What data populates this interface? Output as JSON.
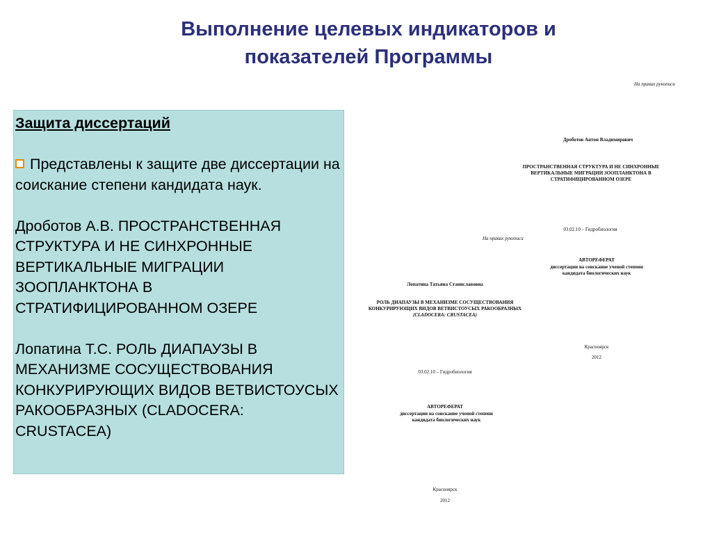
{
  "title": {
    "line1": "Выполнение целевых индикаторов и",
    "line2": "показателей Программы"
  },
  "panel": {
    "heading": "Защита диссертаций",
    "bullet_text": "Представлены к защите две диссертации на соискание степени кандидата наук.",
    "dissertation1": "Дроботов А.В. ПРОСТРАНСТВЕННАЯ СТРУКТУРА И НЕ СИНХРОННЫЕ ВЕРТИКАЛЬНЫЕ МИГРАЦИИ ЗООПЛАНКТОНА В СТРАТИФИЦИРОВАННОМ ОЗЕРЕ",
    "dissertation2": "Лопатина Т.С. РОЛЬ ДИАПАУЗЫ В МЕХАНИЗМЕ СОСУЩЕСТВОВАНИЯ КОНКУРИРУЮЩИХ ВИДОВ ВЕТВИСТОУСЫХ РАКООБРАЗНЫХ (CLADOCERA: CRUSTACEA)"
  },
  "doc1": {
    "rights": "На правах рукописи",
    "author": "Дроботов Антон Владимирович",
    "title_l1": "ПРОСТРАНСТВЕННАЯ СТРУКТУРА И НЕ СИНХРОННЫЕ",
    "title_l2": "ВЕРТИКАЛЬНЫЕ МИГРАЦИИ ЗООПЛАНКТОНА В",
    "title_l3": "СТРАТИФИЦИРОВАННОМ ОЗЕРЕ",
    "specialty": "03.02.10 – Гидробиология",
    "type": "АВТОРЕФЕРАТ",
    "purpose_l1": "диссертации на соискание ученой степени",
    "purpose_l2": "кандидата биологических наук",
    "city": "Красноярск",
    "year": "2012"
  },
  "doc2": {
    "rights": "На правах рукописи",
    "author": "Лопатина Татьяна Станиславовна",
    "title_l1": "РОЛЬ ДИАПАУЗЫ В МЕХАНИЗМЕ СОСУЩЕСТВОВАНИЯ",
    "title_l2": "КОНКУРИРУЮЩИХ ВИДОВ ВЕТВИСТОУСЫХ РАКООБРАЗНЫХ",
    "title_l3": "(CLADOCERA: CRUSTACEA)",
    "specialty": "03.02.10 – Гидробиология",
    "type": "АВТОРЕФЕРАТ",
    "purpose_l1": "диссертации на соискание ученой степени",
    "purpose_l2": "кандидата биологических наук",
    "city": "Красноярск",
    "year": "2012"
  },
  "colors": {
    "title": "#2a2f7a",
    "panel_bg": "#b7dfe0",
    "bullet": "#e58a00"
  }
}
